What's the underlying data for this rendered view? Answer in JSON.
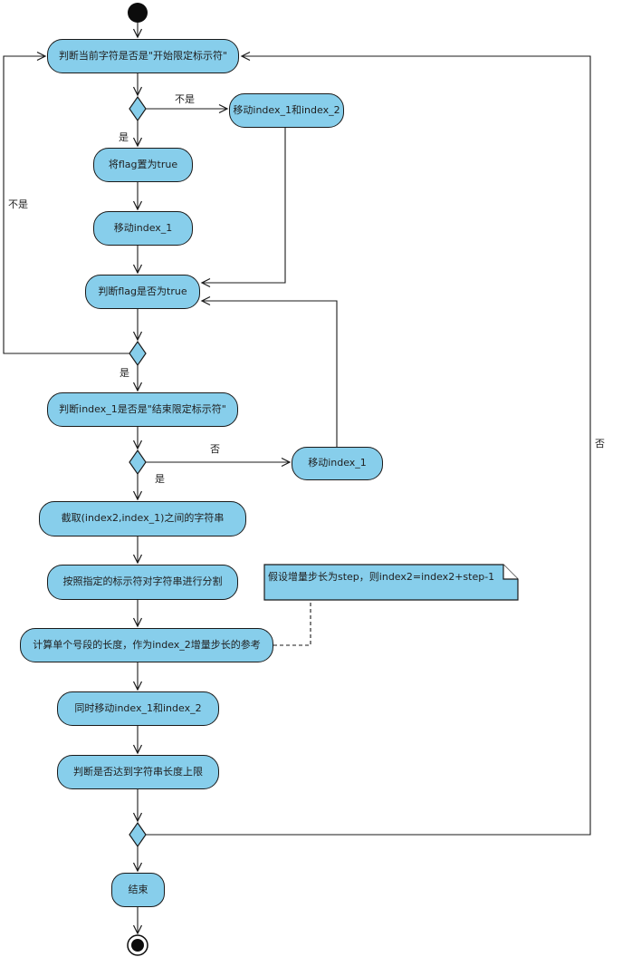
{
  "diagram": {
    "type": "uml-activity-flowchart",
    "colors": {
      "node_fill": "#87CEEB",
      "node_border": "#1a1a1a",
      "line": "#1a1a1a",
      "background": "#ffffff",
      "text": "#1f1f1f"
    },
    "nodes": {
      "check_start_delimiter": "判断当前字符是否是\"开始限定标示符\"",
      "move_index1_and_index2": "移动index_1和index_2",
      "set_flag_true": "将flag置为true",
      "move_index1_a": "移动index_1",
      "check_flag_true": "判断flag是否为true",
      "check_end_delimiter": "判断index_1是否是\"结束限定标示符\"",
      "move_index1_b": "移动index_1",
      "substring_between": "截取(index2,index_1)之间的字符串",
      "split_string": "按照指定的标示符对字符串进行分割",
      "calc_segment_length": "计算单个号段的长度，作为index_2增量步长的参考",
      "move_both": "同时移动index_1和index_2",
      "check_length_limit": "判断是否达到字符串长度上限",
      "end_activity": "结束"
    },
    "edge_labels": {
      "d1_no": "不是",
      "d1_yes": "是",
      "d2_no": "不是",
      "d2_yes": "是",
      "d3_no": "否",
      "d3_yes": "是",
      "d4_no": "否"
    },
    "note_text": "假设增量步长为step，则index2=index2+step-1"
  }
}
